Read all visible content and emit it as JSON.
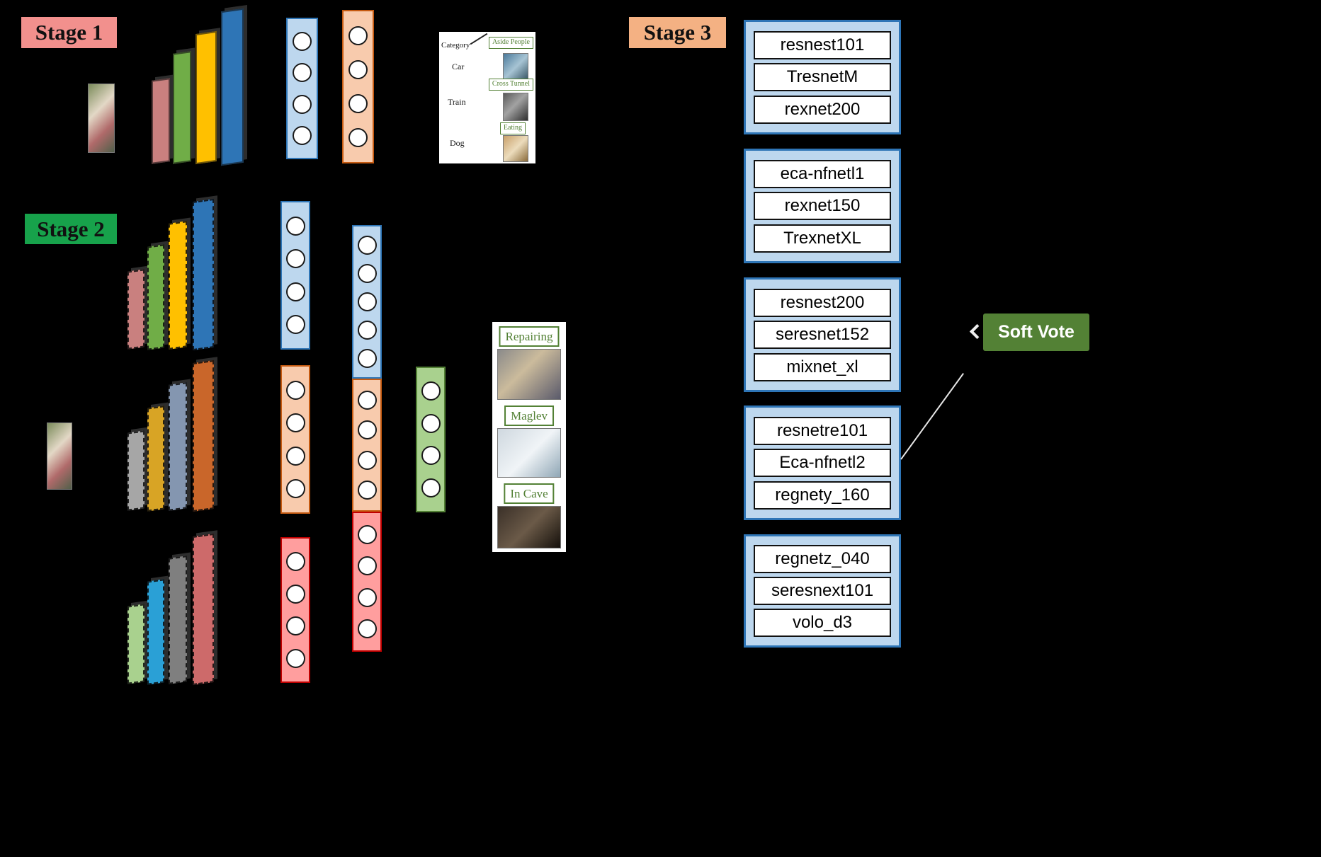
{
  "stage1": {
    "label": "Stage 1",
    "category_card": {
      "header": "Category",
      "rows": [
        {
          "category": "Car",
          "action": "Aside People"
        },
        {
          "category": "Train",
          "action": "Cross Tunnel"
        },
        {
          "category": "Dog",
          "action": "Eating"
        }
      ]
    }
  },
  "stage2": {
    "label": "Stage 2",
    "prediction_card": {
      "items": [
        {
          "label": "Repairing"
        },
        {
          "label": "Maglev"
        },
        {
          "label": "In Cave"
        }
      ]
    }
  },
  "stage3": {
    "label": "Stage 3",
    "model_groups": [
      {
        "models": [
          "resnest101",
          "TresnetM",
          "rexnet200"
        ]
      },
      {
        "models": [
          "eca-nfnetl1",
          "rexnet150",
          "TrexnetXL"
        ]
      },
      {
        "models": [
          "resnest200",
          "seresnet152",
          "mixnet_xl"
        ]
      },
      {
        "models": [
          "resnetre101",
          "Eca-nfnetl2",
          "regnety_160"
        ]
      },
      {
        "models": [
          "regnetz_040",
          "seresnext101",
          "volo_d3"
        ]
      }
    ]
  },
  "soft_vote": {
    "label": "Soft Vote"
  },
  "colors": {
    "stage1_label_bg": "#f2908d",
    "stage2_label_bg": "#17a24b",
    "stage3_label_bg": "#f4b183",
    "soft_vote_bg": "#538135",
    "node_column_blue": "#bdd7ee",
    "node_column_peach": "#f8cbad",
    "node_column_red": "#ff9e9e",
    "node_column_green": "#a9d18e",
    "model_group_fill": "#bdd7ee",
    "model_group_border": "#2e75b6",
    "label_green": "#538135"
  }
}
